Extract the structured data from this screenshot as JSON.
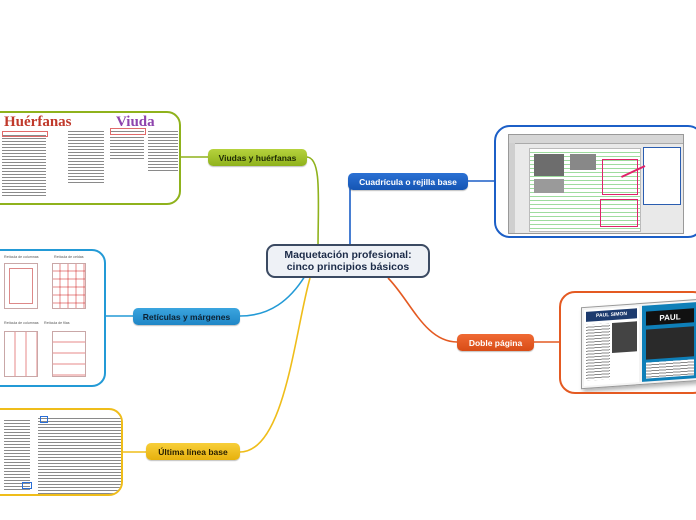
{
  "central": {
    "line1": "Maquetación profesional:",
    "line2": "cinco principios básicos"
  },
  "topics": {
    "viudas": {
      "label": "Viudas y huérfanas",
      "color": "#8fb21c"
    },
    "cuadricula": {
      "label": "Cuadrícula o rejilla base",
      "color": "#1c5fc7"
    },
    "reticulas": {
      "label": "Retículas y márgenes",
      "color": "#239ad6"
    },
    "doble": {
      "label": "Doble página",
      "color": "#e45a22"
    },
    "ultima": {
      "label": "Última línea base",
      "color": "#efbd1a"
    }
  },
  "images": {
    "viudas": {
      "left_heading": "Huérfanas",
      "right_heading": "Viuda"
    },
    "reticulas": {
      "labels": [
        "Retícula de columnas",
        "Retícula de columnas",
        "Retícula de celdas",
        "Retícula de filas"
      ]
    },
    "doble": {
      "masthead": "PAUL SIMON",
      "feature": "PAUL"
    }
  }
}
